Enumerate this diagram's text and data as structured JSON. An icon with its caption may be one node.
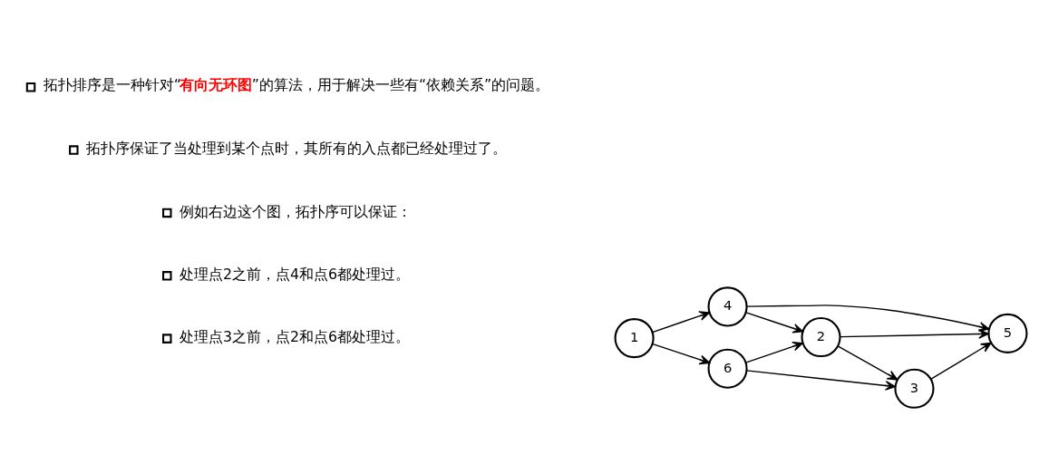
{
  "diagram": {
    "nodes": [
      {
        "text": [
          "1"
        ]
      },
      {
        "text": [
          "4"
        ]
      },
      {
        "text": [
          "6"
        ]
      },
      {
        "text": [
          "2"
        ]
      },
      {
        "text": [
          "5"
        ]
      },
      {
        "text": [
          "3"
        ]
      }
    ],
    "edges": [
      {
        "from": 0,
        "to": 1,
        "arrow": "to"
      },
      {
        "from": 0,
        "to": 2,
        "arrow": "to"
      },
      {
        "from": 1,
        "to": 3,
        "arrow": "to"
      },
      {
        "from": 1,
        "to": 4,
        "arrow": "to"
      },
      {
        "from": 2,
        "to": 3,
        "arrow": "to"
      },
      {
        "from": 2,
        "to": 5,
        "arrow": "to"
      },
      {
        "from": 3,
        "to": 4,
        "arrow": "to"
      },
      {
        "from": 3,
        "to": 5,
        "arrow": "to"
      },
      {
        "from": 5,
        "to": 4,
        "arrow": "to"
      }
    ],
    "labels": [
      "拓扑排序是一种针对“**有向无环图**”的算法，用于解决一些有“依赖关系”的问题。",
      "拓扑序保证了当处理到某个点时，其所有的入点都已经处理过了。",
      "例如右边这个图，拓扑序可以保证：",
      "处理点2之前，点4和点6都处理过。",
      "处理点3之前，点2和点6都处理过。"
    ]
  }
}
